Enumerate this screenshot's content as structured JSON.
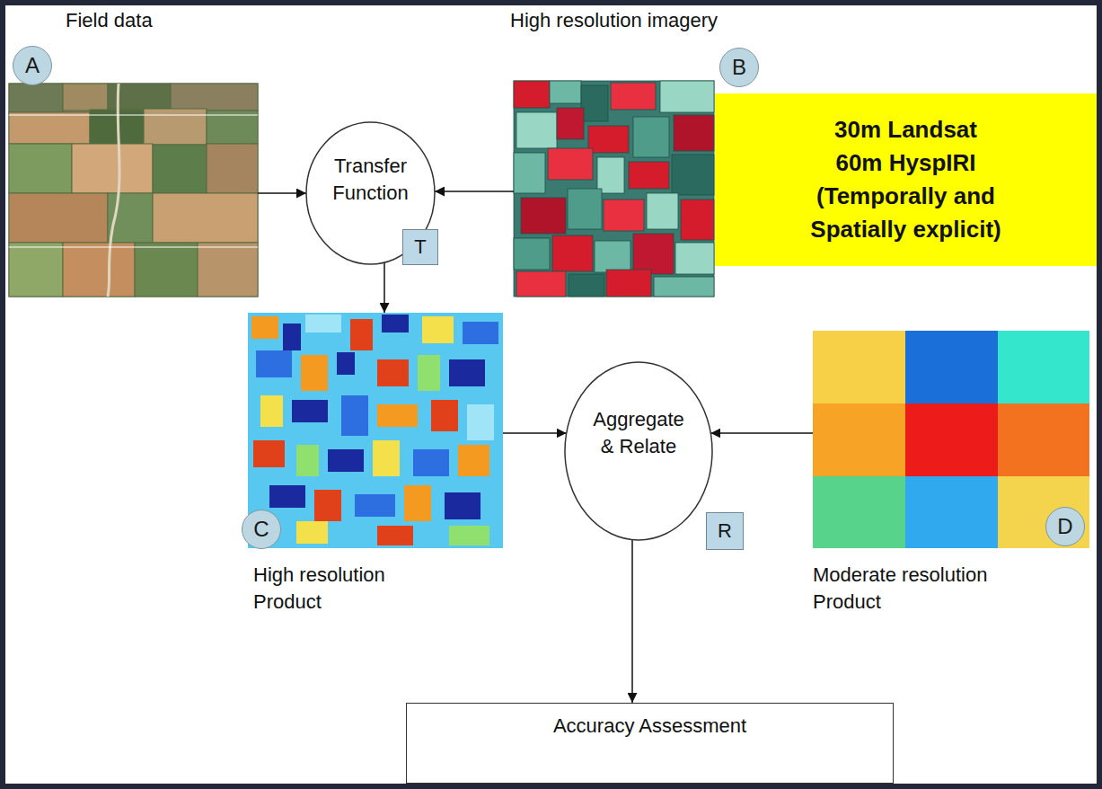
{
  "diagram": {
    "nodes": [
      {
        "text": [
          "Field data"
        ]
      },
      {
        "text": [
          "A"
        ],
        "in": 0
      },
      {
        "text": [
          "Transfer Function"
        ]
      },
      {
        "text": [
          "T"
        ],
        "in": 2
      },
      {
        "text": [
          "High resolution imagery"
        ]
      },
      {
        "text": [
          "B"
        ],
        "in": 4
      },
      {
        "text": [
          "30m Landsat",
          "60m HyspIRI",
          "(Temporally and Spatially explicit)"
        ]
      },
      {
        "text": [
          "High resolution Product"
        ]
      },
      {
        "text": [
          "C"
        ],
        "in": 7
      },
      {
        "text": [
          "Aggregate & Relate"
        ]
      },
      {
        "text": [
          "R"
        ],
        "in": 9
      },
      {
        "text": [
          "Moderate resolution Product"
        ]
      },
      {
        "text": [
          "D"
        ],
        "in": 11
      },
      {
        "text": [
          "Accuracy Assessment"
        ]
      }
    ],
    "edges": [
      {
        "from": 0,
        "to": 2,
        "arrow": "to"
      },
      {
        "from": 4,
        "to": 2,
        "arrow": "to"
      },
      {
        "from": 2,
        "to": 7,
        "arrow": "to"
      },
      {
        "from": 7,
        "to": 9,
        "arrow": "to"
      },
      {
        "from": 11,
        "to": 9,
        "arrow": "to"
      },
      {
        "from": 9,
        "to": 13,
        "arrow": "to"
      }
    ]
  }
}
